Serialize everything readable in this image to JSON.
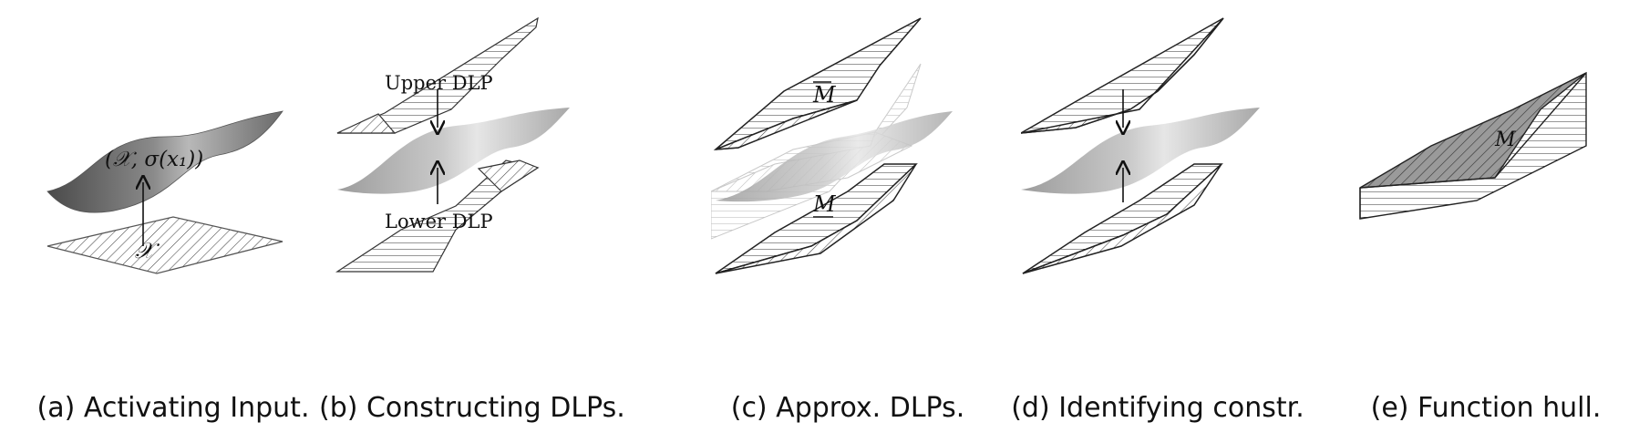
{
  "panels": [
    {
      "id": "a",
      "caption": "(a) Activating Input.",
      "labels": {
        "surface": "(𝒳, σ(x₁))",
        "domain": "𝒳"
      }
    },
    {
      "id": "b",
      "caption": "(b) Constructing DLPs.",
      "labels": {
        "upper": "Upper DLP",
        "lower": "Lower DLP"
      }
    },
    {
      "id": "c",
      "caption": "(c) Approx. DLPs.",
      "labels": {
        "upper_bound": "M",
        "lower_bound": "M"
      }
    },
    {
      "id": "d",
      "caption": "(d) Identifying constr.",
      "labels": {}
    },
    {
      "id": "e",
      "caption": "(e) Function hull.",
      "labels": {
        "hull": "M"
      }
    }
  ]
}
